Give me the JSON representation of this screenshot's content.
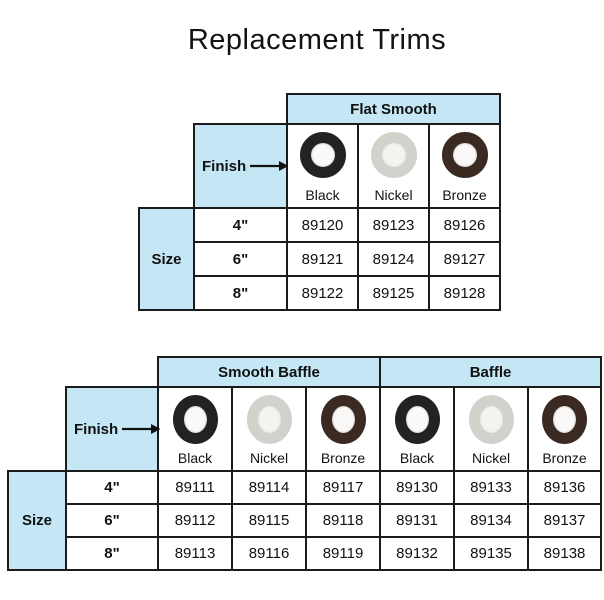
{
  "title": "Replacement Trims",
  "labels": {
    "finish": "Finish",
    "size": "Size"
  },
  "colors": {
    "header_bg": "#c5e6f5",
    "border": "#1b1b1b",
    "trim_black": "#222222",
    "trim_nickel": "#d2d2cd",
    "trim_bronze": "#3a2a21"
  },
  "tables": [
    {
      "name": "flat-smooth",
      "groups": [
        {
          "label": "Flat Smooth",
          "finishes": [
            "Black",
            "Nickel",
            "Bronze"
          ]
        }
      ],
      "sizes": [
        "4\"",
        "6\"",
        "8\""
      ],
      "rows": [
        [
          "89120",
          "89123",
          "89126"
        ],
        [
          "89121",
          "89124",
          "89127"
        ],
        [
          "89122",
          "89125",
          "89128"
        ]
      ]
    },
    {
      "name": "baffle",
      "groups": [
        {
          "label": "Smooth Baffle",
          "finishes": [
            "Black",
            "Nickel",
            "Bronze"
          ]
        },
        {
          "label": "Baffle",
          "finishes": [
            "Black",
            "Nickel",
            "Bronze"
          ]
        }
      ],
      "sizes": [
        "4\"",
        "6\"",
        "8\""
      ],
      "rows": [
        [
          "89111",
          "89114",
          "89117",
          "89130",
          "89133",
          "89136"
        ],
        [
          "89112",
          "89115",
          "89118",
          "89131",
          "89134",
          "89137"
        ],
        [
          "89113",
          "89116",
          "89119",
          "89132",
          "89135",
          "89138"
        ]
      ]
    }
  ]
}
